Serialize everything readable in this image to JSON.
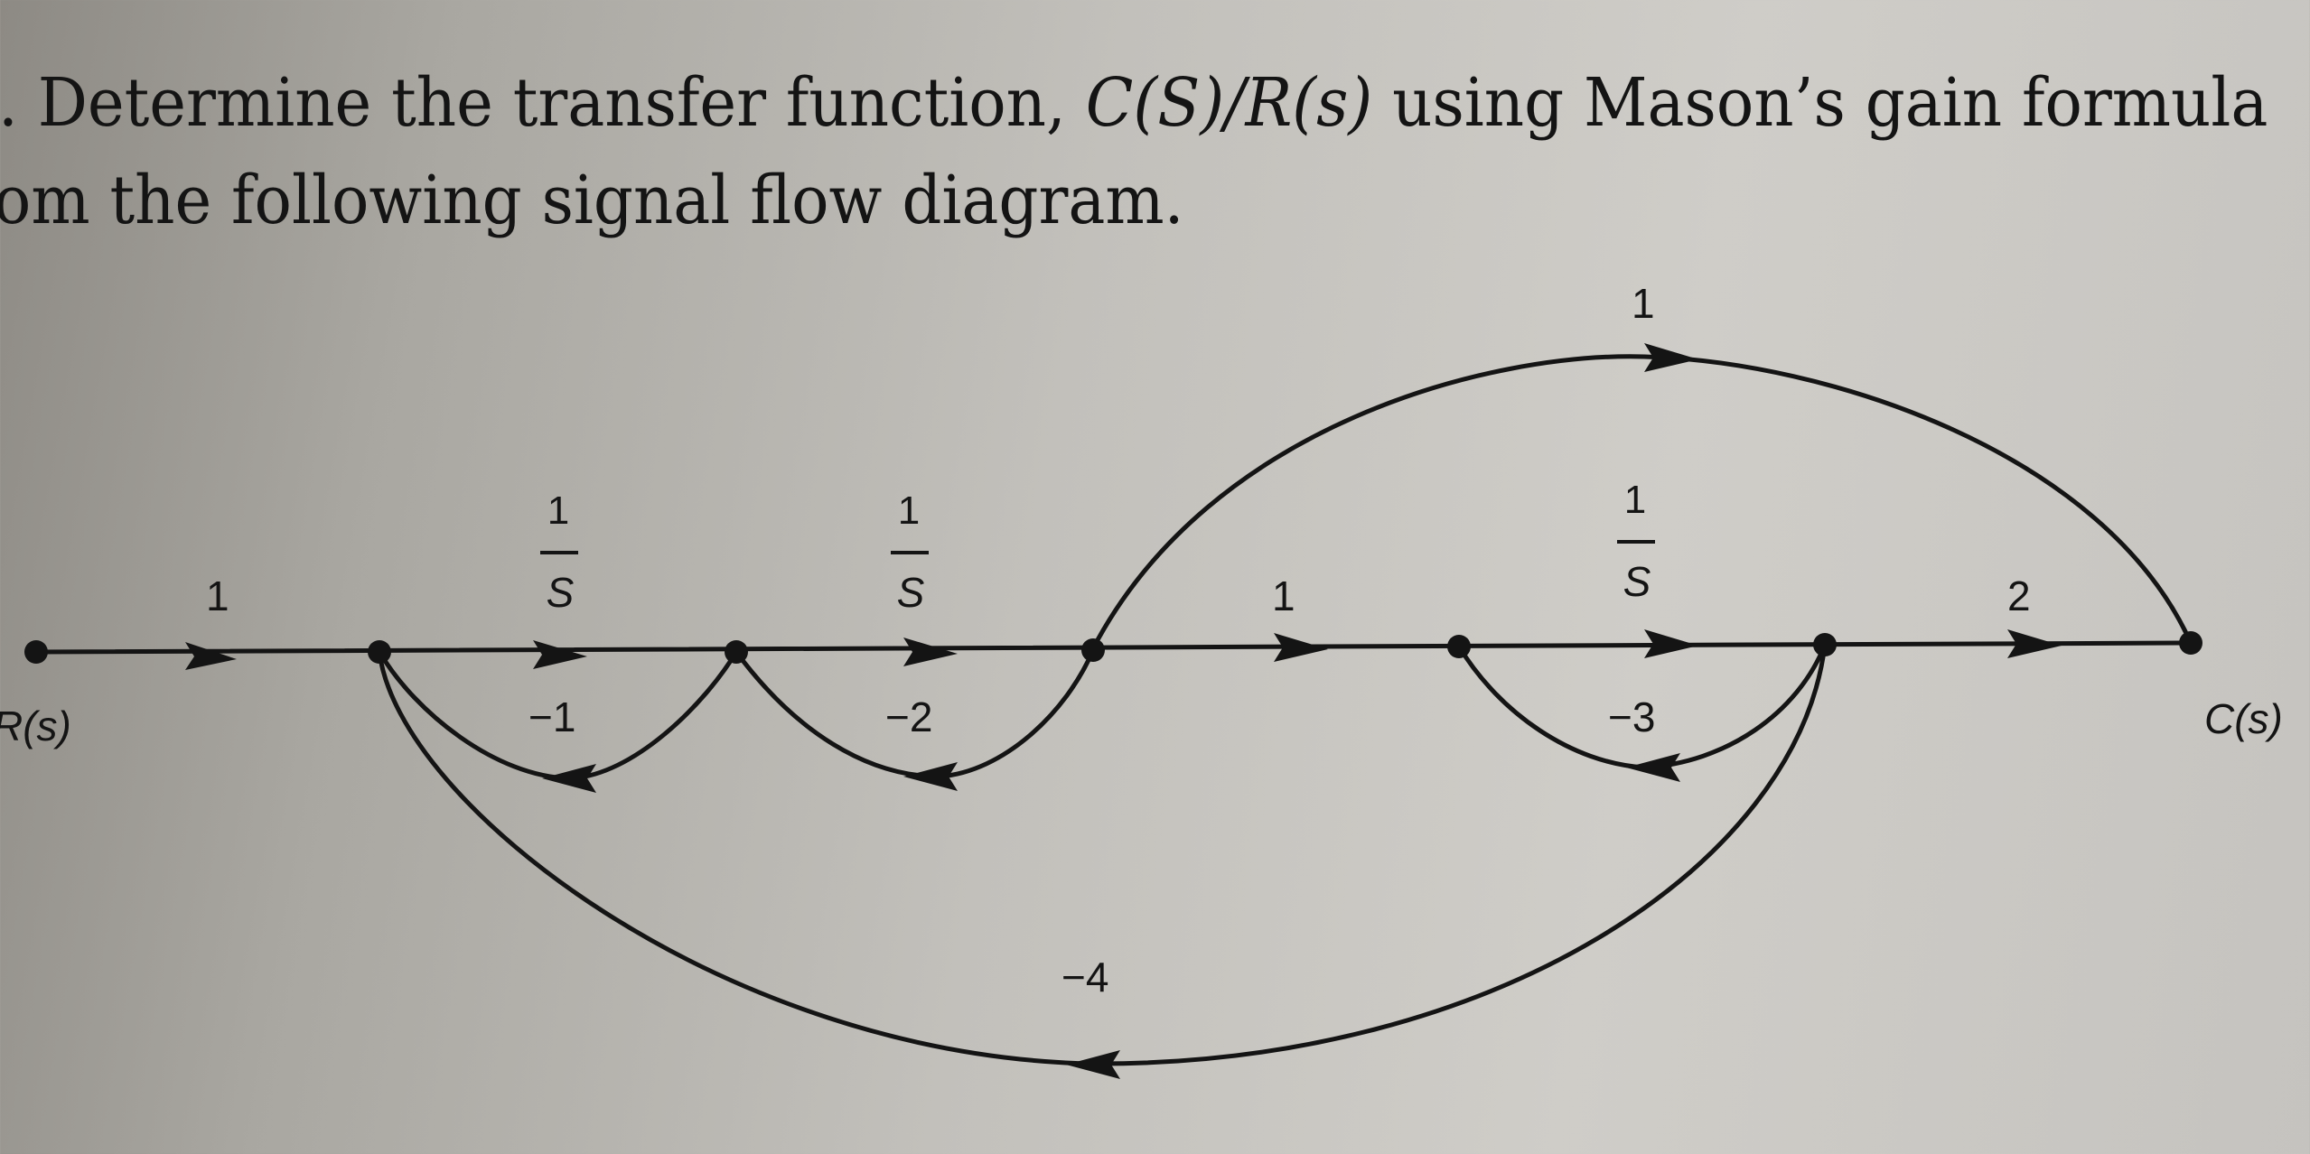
{
  "question": {
    "line1_prefix": ". Determine the transfer function, ",
    "formula": "C(S)/R(s)",
    "line1_suffix": " using Mason’s gain formula",
    "line2": "rom the following signal flow diagram."
  },
  "diagram": {
    "input_label": "R(s)",
    "output_label": "C(s)",
    "forward_gains": [
      "1",
      "1/S",
      "1/S",
      "1",
      "1/S",
      "2"
    ],
    "fraction": {
      "numerator": "1",
      "denominator": "S"
    },
    "feedforward_gain": "1",
    "feedback_gains": [
      "-1",
      "-2",
      "-3",
      "-4"
    ],
    "feedback_labels_display": [
      "−1",
      "−2",
      "−3",
      "−4"
    ]
  }
}
